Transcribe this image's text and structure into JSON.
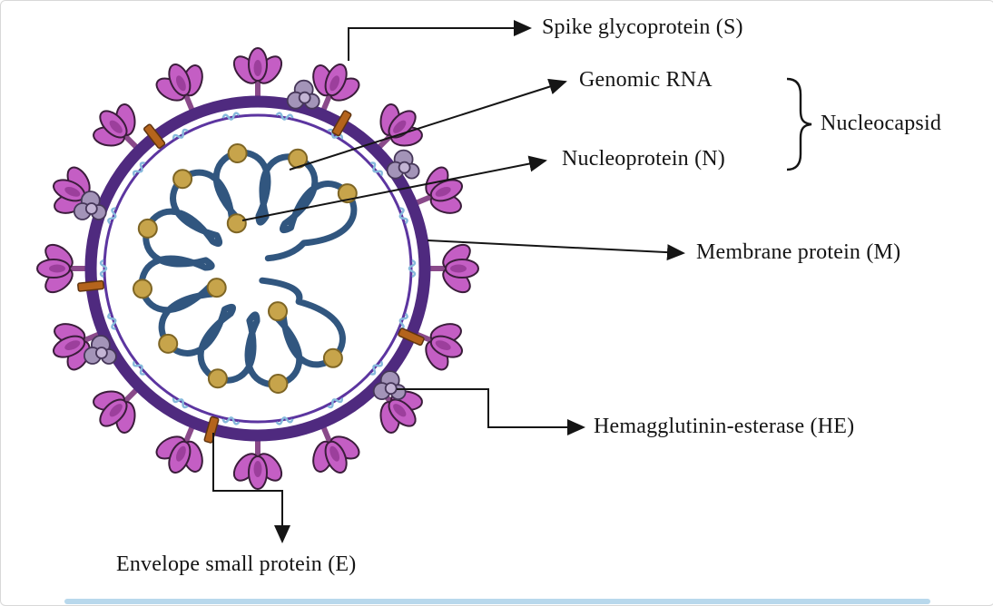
{
  "diagram": {
    "labels": {
      "spike": "Spike glycoprotein (S)",
      "genomic_rna": "Genomic RNA",
      "nucleoprotein": "Nucleoprotein (N)",
      "nucleocapsid": "Nucleocapsid",
      "membrane": "Membrane protein (M)",
      "hemagglutinin_esterase": "Hemagglutinin-esterase (HE)",
      "envelope": "Envelope small protein (E)"
    },
    "colors": {
      "spike_fill": "#c45ec4",
      "spike_inner": "#9c3f9c",
      "spike_outline": "#3b1d3b",
      "spike_stem": "#8a4a8a",
      "membrane_ring": "#4f2a7f",
      "inner_ring": "#5c35a0",
      "m_protein": "#86b9dc",
      "he_fill": "#a394b8",
      "he_light": "#c3b4d4",
      "he_outline": "#463759",
      "e_protein": "#b4641c",
      "e_outline": "#5f3410",
      "rna_strand": "#31567f",
      "nucleoprotein_fill": "#c7a44b",
      "nucleoprotein_outline": "#7e6524",
      "arrow": "#151515",
      "bottom_bar": "#b8d8ec"
    }
  }
}
